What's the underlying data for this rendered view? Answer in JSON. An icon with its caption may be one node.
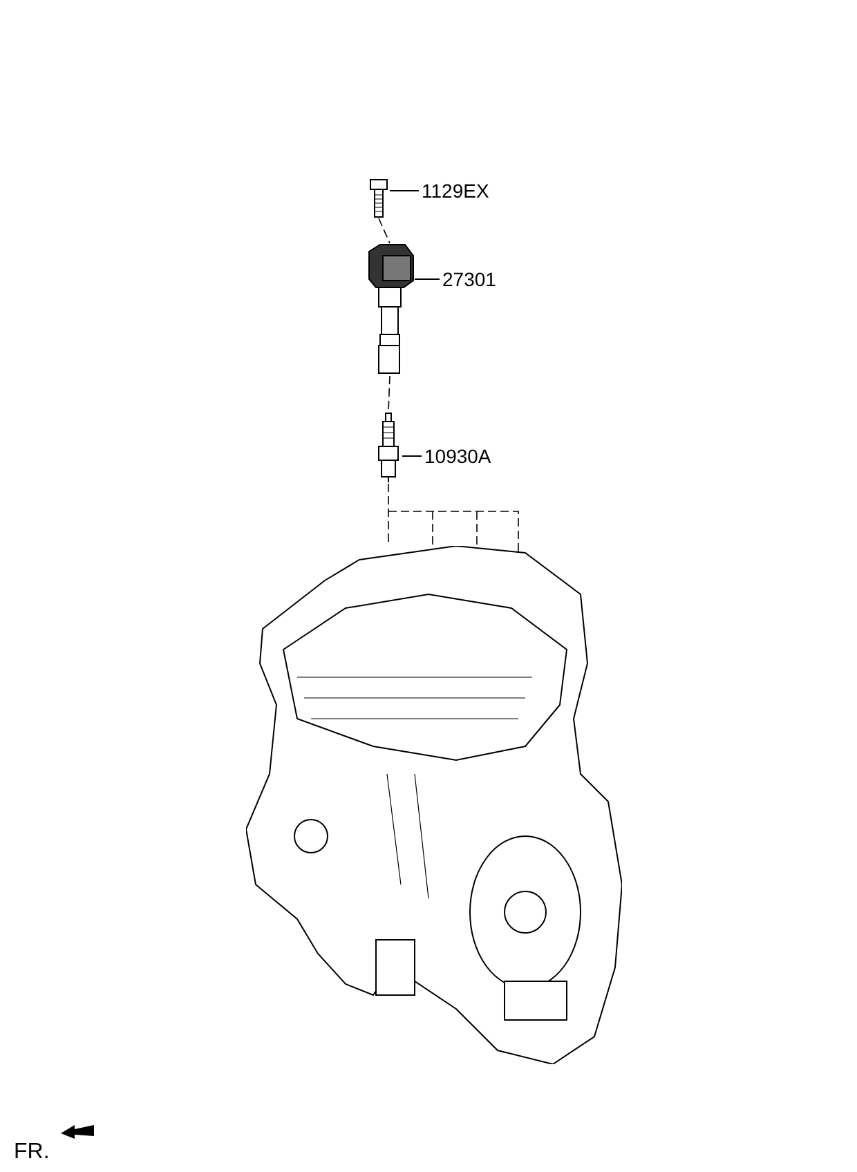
{
  "diagram": {
    "nodes": [
      {
        "text": [],
        "shape": "picture"
      },
      {
        "text": [
          "1129EX"
        ]
      },
      {
        "text": [],
        "shape": "picture"
      },
      {
        "text": [
          "27301"
        ]
      },
      {
        "text": [],
        "shape": "picture"
      },
      {
        "text": [
          "10930A"
        ]
      },
      {
        "text": [],
        "shape": "picture"
      }
    ],
    "edges": [
      {
        "from": 1,
        "to": 0,
        "arrow": "none"
      },
      {
        "from": 3,
        "to": 2,
        "arrow": "none"
      },
      {
        "from": 5,
        "to": 4,
        "arrow": "none"
      },
      {
        "from": 0,
        "to": 2,
        "arrow": "none",
        "style": "dashed"
      },
      {
        "from": 2,
        "to": 4,
        "arrow": "none",
        "style": "dashed"
      },
      {
        "from": 4,
        "to": 6,
        "arrow": "none",
        "style": "dashed"
      }
    ],
    "labels": [
      "FR."
    ]
  }
}
